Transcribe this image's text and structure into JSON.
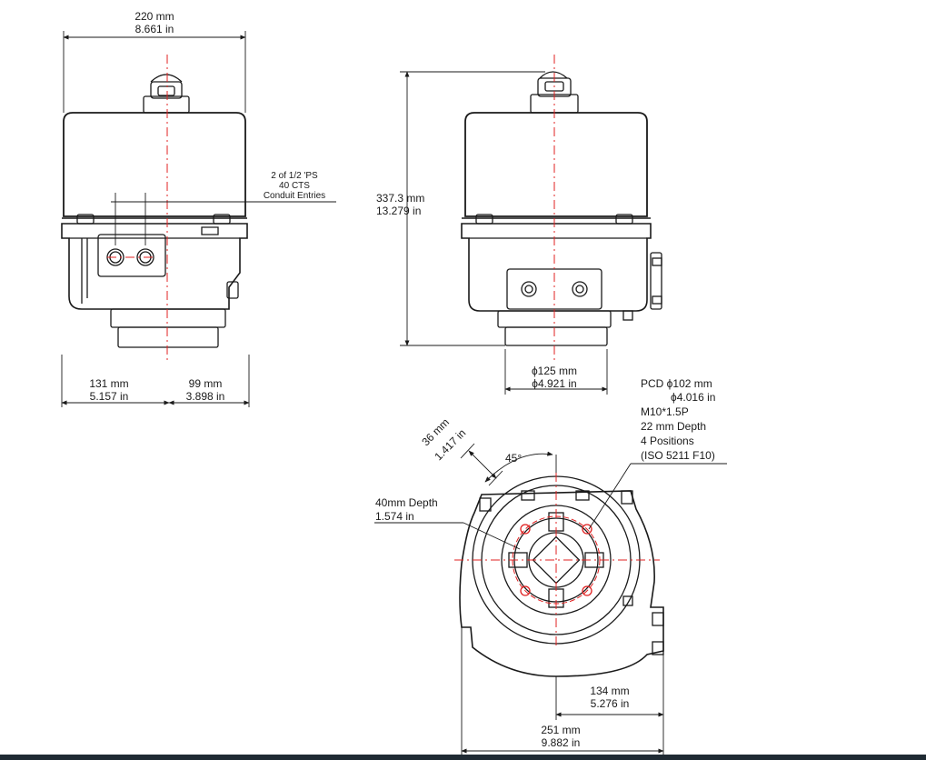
{
  "front_view": {
    "width_mm": "220 mm",
    "width_in": "8.661 in",
    "conduit_line1": "2 of 1/2 'PS",
    "conduit_line2": "40 CTS",
    "conduit_line3": "Conduit Entries",
    "left_mm": "131 mm",
    "left_in": "5.157 in",
    "right_mm": "99 mm",
    "right_in": "3.898 in"
  },
  "side_view": {
    "height_mm": "337.3 mm",
    "height_in": "13.279 in",
    "flange_mm": "ϕ125 mm",
    "flange_in": "ϕ4.921 in"
  },
  "bottom_view": {
    "pcd_line1": "PCD ϕ102 mm",
    "pcd_line2": "ϕ4.016 in",
    "pcd_line3": "M10*1.5P",
    "pcd_line4": "22 mm Depth",
    "pcd_line5": "4 Positions",
    "pcd_line6": "(ISO 5211 F10)",
    "angle": "45°",
    "slot_mm": "36 mm",
    "slot_in": "1.417 in",
    "depth_mm": "40mm Depth",
    "depth_in": "1.574 in",
    "offset_mm": "134 mm",
    "offset_in": "5.276 in",
    "width_mm": "251 mm",
    "width_in": "9.882 in"
  },
  "colors": {
    "outline": "#1a1a1a",
    "centerline": "#e02020",
    "hatch": "#9a9a9a",
    "footer": "#1f2a33"
  }
}
